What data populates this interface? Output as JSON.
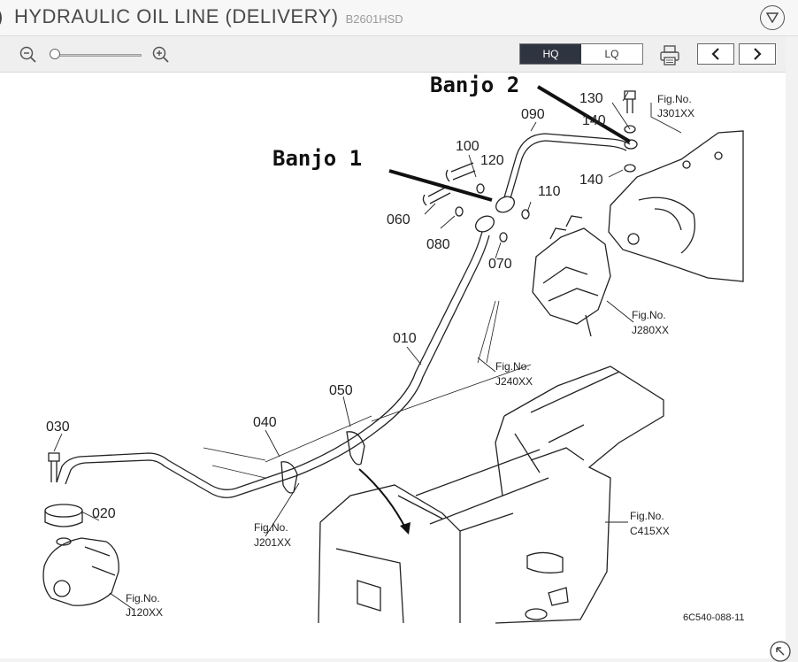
{
  "header": {
    "title": "HYDRAULIC OIL LINE (DELIVERY)",
    "model_code": "B2601HSD"
  },
  "toolbar": {
    "quality_options": [
      "HQ",
      "LQ"
    ],
    "selected_quality": "HQ",
    "zoom_level": 0
  },
  "annotations": {
    "banjo1": "Banjo 1",
    "banjo2": "Banjo 2"
  },
  "diagram": {
    "part_numbers": {
      "p010": "010",
      "p020": "020",
      "p030": "030",
      "p040": "040",
      "p050": "050",
      "p060": "060",
      "p070": "070",
      "p080": "080",
      "p090": "090",
      "p100": "100",
      "p110": "110",
      "p120": "120",
      "p130": "130",
      "p140a": "140",
      "p140b": "140"
    },
    "figrefs": {
      "j301": {
        "label": "Fig.No.",
        "code": "J301XX"
      },
      "j280": {
        "label": "Fig.No.",
        "code": "J280XX"
      },
      "j240": {
        "label": "Fig.No.",
        "code": "J240XX"
      },
      "c415": {
        "label": "Fig.No.",
        "code": "C415XX"
      },
      "j201": {
        "label": "Fig.No.",
        "code": "J201XX"
      },
      "j120": {
        "label": "Fig.No.",
        "code": "J120XX"
      }
    },
    "drawing_id": "6C540-088-11"
  },
  "colors": {
    "accent_dark": "#2e3440",
    "line": "#222222"
  }
}
